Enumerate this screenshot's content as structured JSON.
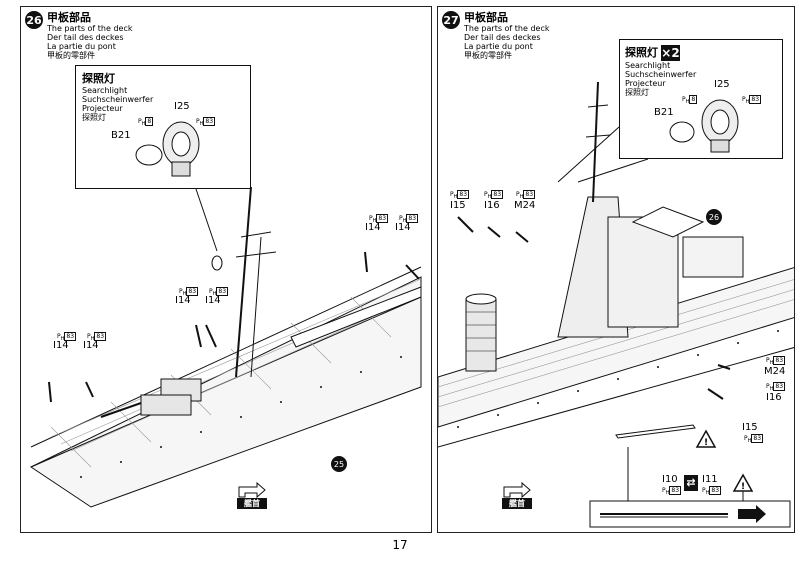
{
  "page_number": "17",
  "step26": {
    "number": "26",
    "title": "甲板部品",
    "en": "The parts of the deck",
    "de": "Der tail des deckes",
    "fr": "La partie du pont",
    "cn": "甲板的零部件",
    "marker": "25",
    "callout": {
      "title": "探照灯",
      "en": "Searchlight",
      "de": "Suchscheinwerfer",
      "fr": "Projecteur",
      "cn": "探照灯",
      "part_i25": "I25",
      "part_b21": "B21",
      "ref1": "8",
      "ref2": "83"
    },
    "parts": [
      {
        "label": "I14",
        "ref": "83"
      },
      {
        "label": "I14",
        "ref": "83"
      },
      {
        "label": "I14",
        "ref": "83"
      },
      {
        "label": "I14",
        "ref": "83"
      },
      {
        "label": "I14",
        "ref": "83"
      },
      {
        "label": "I14",
        "ref": "83"
      }
    ],
    "bow_label": "艦首"
  },
  "step27": {
    "number": "27",
    "title": "甲板部品",
    "en": "The parts of the deck",
    "de": "Der tail des deckes",
    "fr": "La partie du pont",
    "cn": "甲板的零部件",
    "marker": "26",
    "callout": {
      "title": "探照灯",
      "multiplier": "2",
      "en": "Searchlight",
      "de": "Suchscheinwerfer",
      "fr": "Projecteur",
      "cn": "探照灯",
      "part_i25": "I25",
      "part_b21": "B21",
      "ref1": "8",
      "ref2": "83"
    },
    "parts": {
      "i15_top": {
        "label": "I15",
        "ref": "83"
      },
      "i16_top": {
        "label": "I16",
        "ref": "83"
      },
      "m24_top": {
        "label": "M24",
        "ref": "83"
      },
      "m24_right": {
        "label": "M24",
        "ref": "83"
      },
      "i16_right": {
        "label": "I16",
        "ref": "83"
      },
      "i15_right": {
        "label": "I15",
        "ref": "83"
      },
      "i10": {
        "label": "I10",
        "ref": "83"
      },
      "i11": {
        "label": "I11",
        "ref": "83"
      }
    },
    "bow_label": "艦首"
  }
}
